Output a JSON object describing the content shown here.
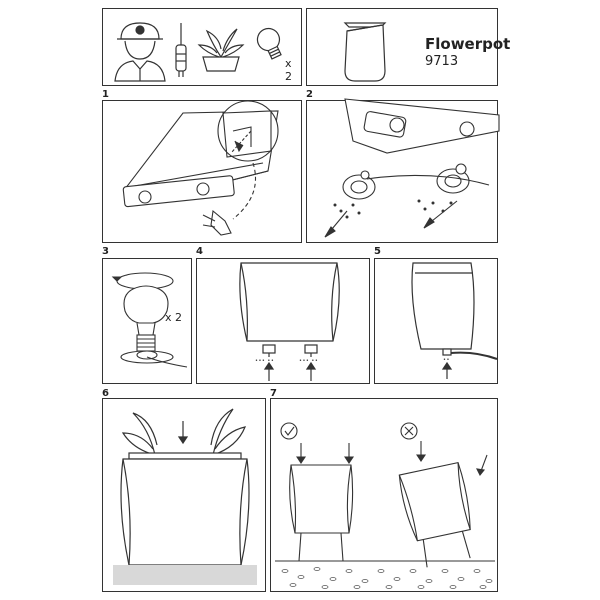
{
  "header": {
    "title": "Flowerpot",
    "code": "9713",
    "tools_quantity": "x 2"
  },
  "steps": [
    {
      "number": "1"
    },
    {
      "number": "2"
    },
    {
      "number": "3",
      "quantity": "x 2"
    },
    {
      "number": "4",
      "label_left": "••• ••",
      "label_right": "••• ••"
    },
    {
      "number": "5",
      "label": "••"
    },
    {
      "number": "6"
    },
    {
      "number": "7",
      "correct_symbol": "✓",
      "wrong_symbol": "✕"
    }
  ],
  "icons": [
    "installer-person-icon",
    "screwdriver-icon",
    "plant-icon",
    "light-bulb-icon",
    "flowerpot-icon",
    "check-icon",
    "cross-icon"
  ],
  "colors": {
    "line": "#333333",
    "floor": "#d8d8d8"
  }
}
